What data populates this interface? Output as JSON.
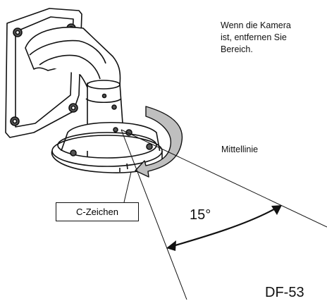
{
  "note": {
    "line1": "Wenn die Kamera",
    "line2": "ist, entfernen Sie",
    "line3": "Bereich."
  },
  "labels": {
    "centerline": "Mittellinie",
    "angle": "15°",
    "callout": "C-Zeichen",
    "figure_code": "DF-53"
  },
  "colors": {
    "line": "#111111",
    "arrow_fill": "#bfbfbf"
  }
}
